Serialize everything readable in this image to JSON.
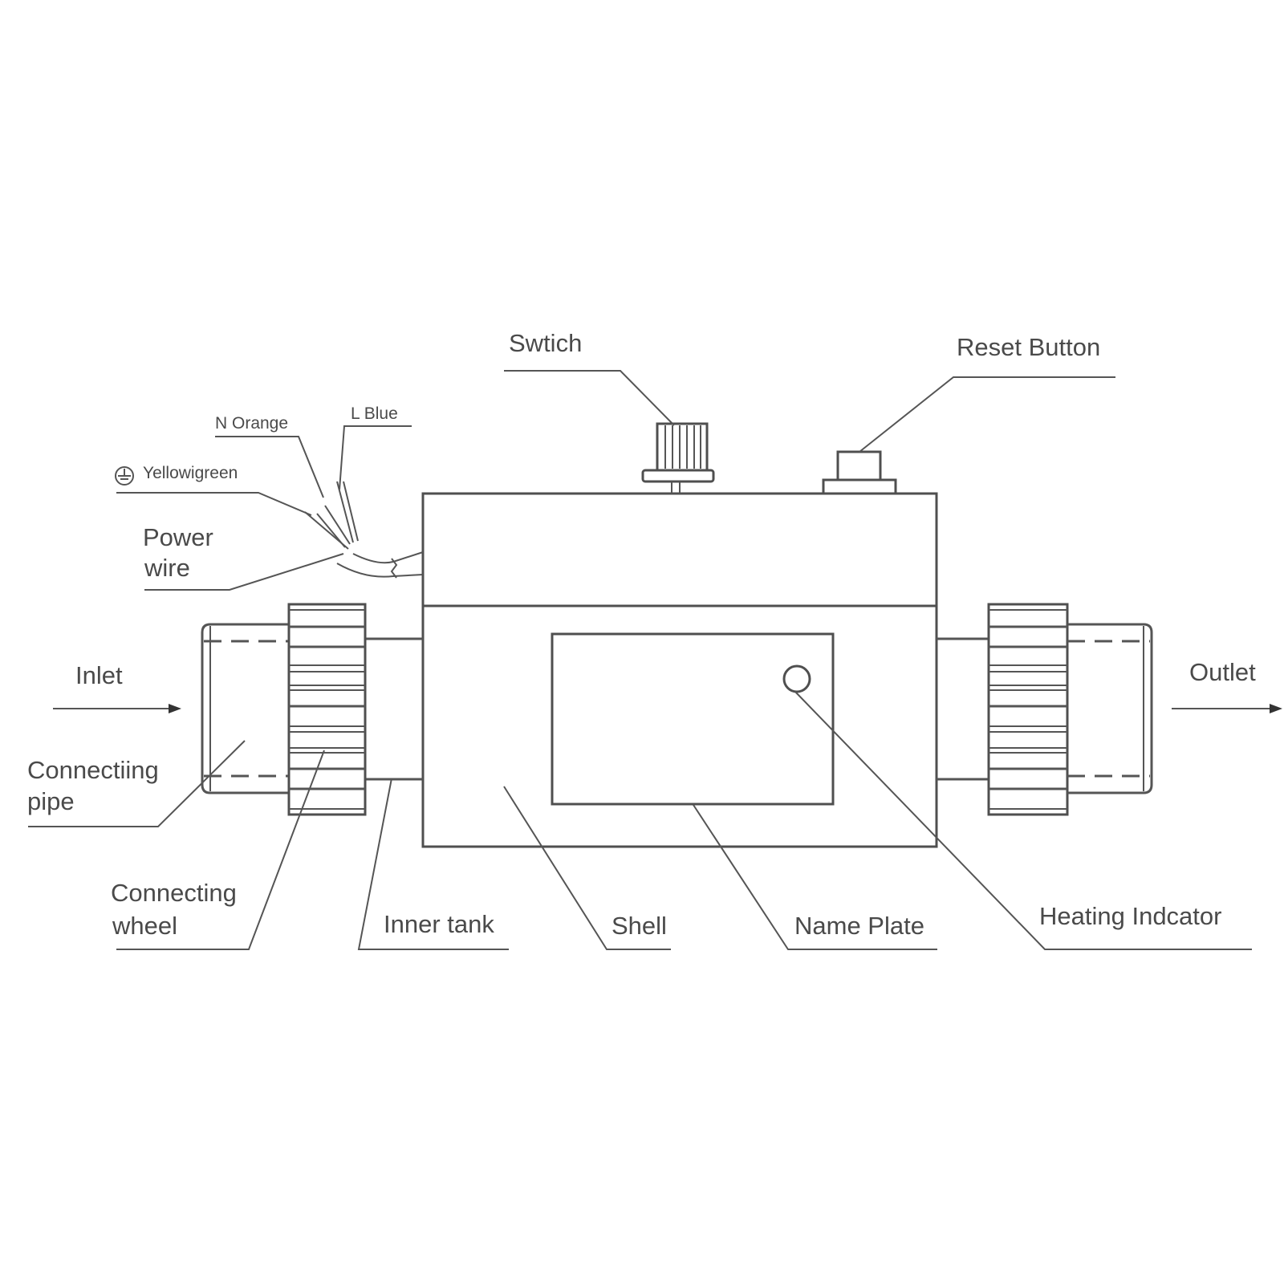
{
  "diagram": {
    "type": "water-heater-parts-diagram",
    "labels": {
      "switch": "Swtich",
      "reset_button": "Reset Button",
      "n_orange": "N  Orange",
      "l_blue": "L  Blue",
      "yellowgreen": "Yellowigreen",
      "power_wire_line1": "Power",
      "power_wire_line2": "wire",
      "inlet": "Inlet",
      "outlet": "Outlet",
      "connecting_pipe_line1": "Connectiing",
      "connecting_pipe_line2": "pipe",
      "connecting_wheel_line1": "Connecting",
      "connecting_wheel_line2": "wheel",
      "inner_tank": "Inner tank",
      "shell": "Shell",
      "name_plate": "Name Plate",
      "heating_indicator": "Heating Indcator"
    },
    "icons": {
      "ground": "ground-symbol-icon"
    },
    "colors": {
      "line": "#555555",
      "text": "#4a4a4a",
      "background": "#ffffff"
    }
  }
}
